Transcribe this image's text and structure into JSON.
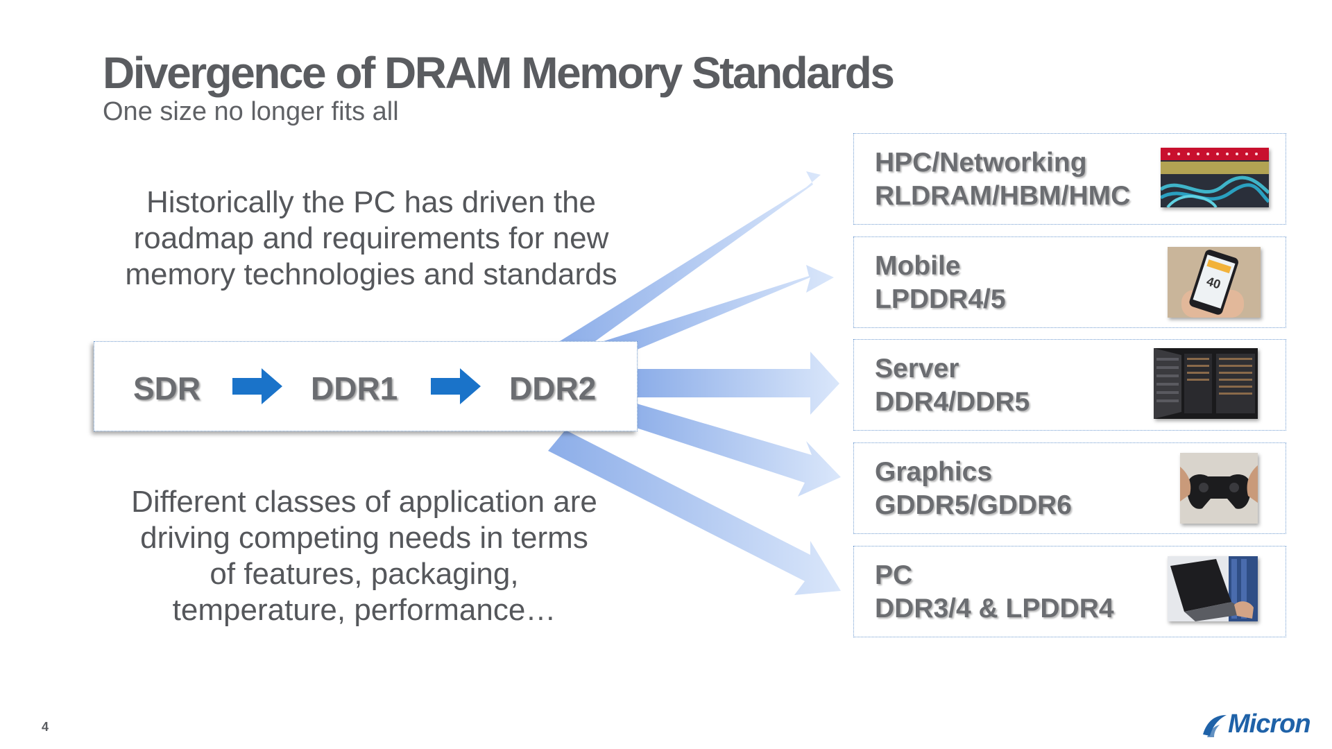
{
  "title": "Divergence of DRAM Memory Standards",
  "subtitle": "One size no longer fits all",
  "intro_lines": [
    "Historically the PC has driven the",
    "roadmap and requirements for new",
    "memory technologies and standards"
  ],
  "evolution": {
    "steps": [
      "SDR",
      "DDR1",
      "DDR2"
    ]
  },
  "closing_lines": [
    "Different classes of application are",
    "driving competing needs in terms",
    "of features, packaging,",
    "temperature, performance…"
  ],
  "categories": [
    {
      "segment": "HPC/Networking",
      "standards": "RLDRAM/HBM/HMC",
      "image_icon": "network-cables-image"
    },
    {
      "segment": "Mobile",
      "standards": "LPDDR4/5",
      "image_icon": "smartphone-image"
    },
    {
      "segment": "Server",
      "standards": "DDR4/DDR5",
      "image_icon": "server-racks-image"
    },
    {
      "segment": "Graphics",
      "standards": "GDDR5/GDDR6",
      "image_icon": "game-controller-image"
    },
    {
      "segment": "PC",
      "standards": "DDR3/4 & LPDDR4",
      "image_icon": "laptop-image"
    }
  ],
  "phone_screen_text": "40",
  "page_number": "4",
  "logo_text": "Micron",
  "colors": {
    "title": "#5a5c60",
    "body_text": "#55575b",
    "step_arrow": "#1a73c9",
    "fan_arrows": "#a9c4ef",
    "box_border": "#6f9bd0",
    "logo": "#1f62a8"
  }
}
